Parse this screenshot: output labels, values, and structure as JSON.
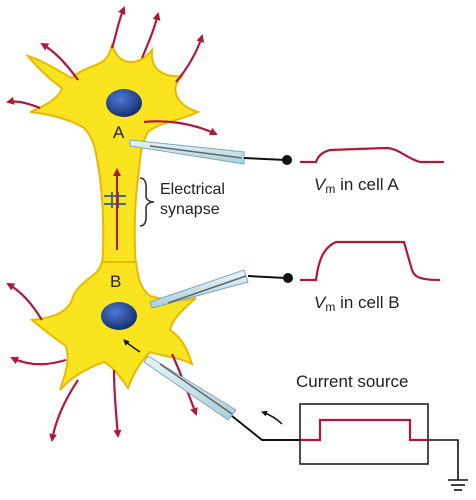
{
  "cells": {
    "a_label": "A",
    "b_label": "B"
  },
  "synapse": {
    "line1": "Electrical",
    "line2": "synapse"
  },
  "traces": {
    "cell_a": {
      "v": "V",
      "sub": "m",
      "rest": " in cell A"
    },
    "cell_b": {
      "v": "V",
      "sub": "m",
      "rest": " in cell B"
    }
  },
  "current_source": {
    "label": "Current source"
  },
  "colors": {
    "cell_fill": "#f9e41f",
    "cell_edge": "#e9b800",
    "nucleus": "#1f3d8a",
    "arrow": "#b0183b",
    "electrode": "#c9e4ee",
    "wire": "#111111"
  }
}
